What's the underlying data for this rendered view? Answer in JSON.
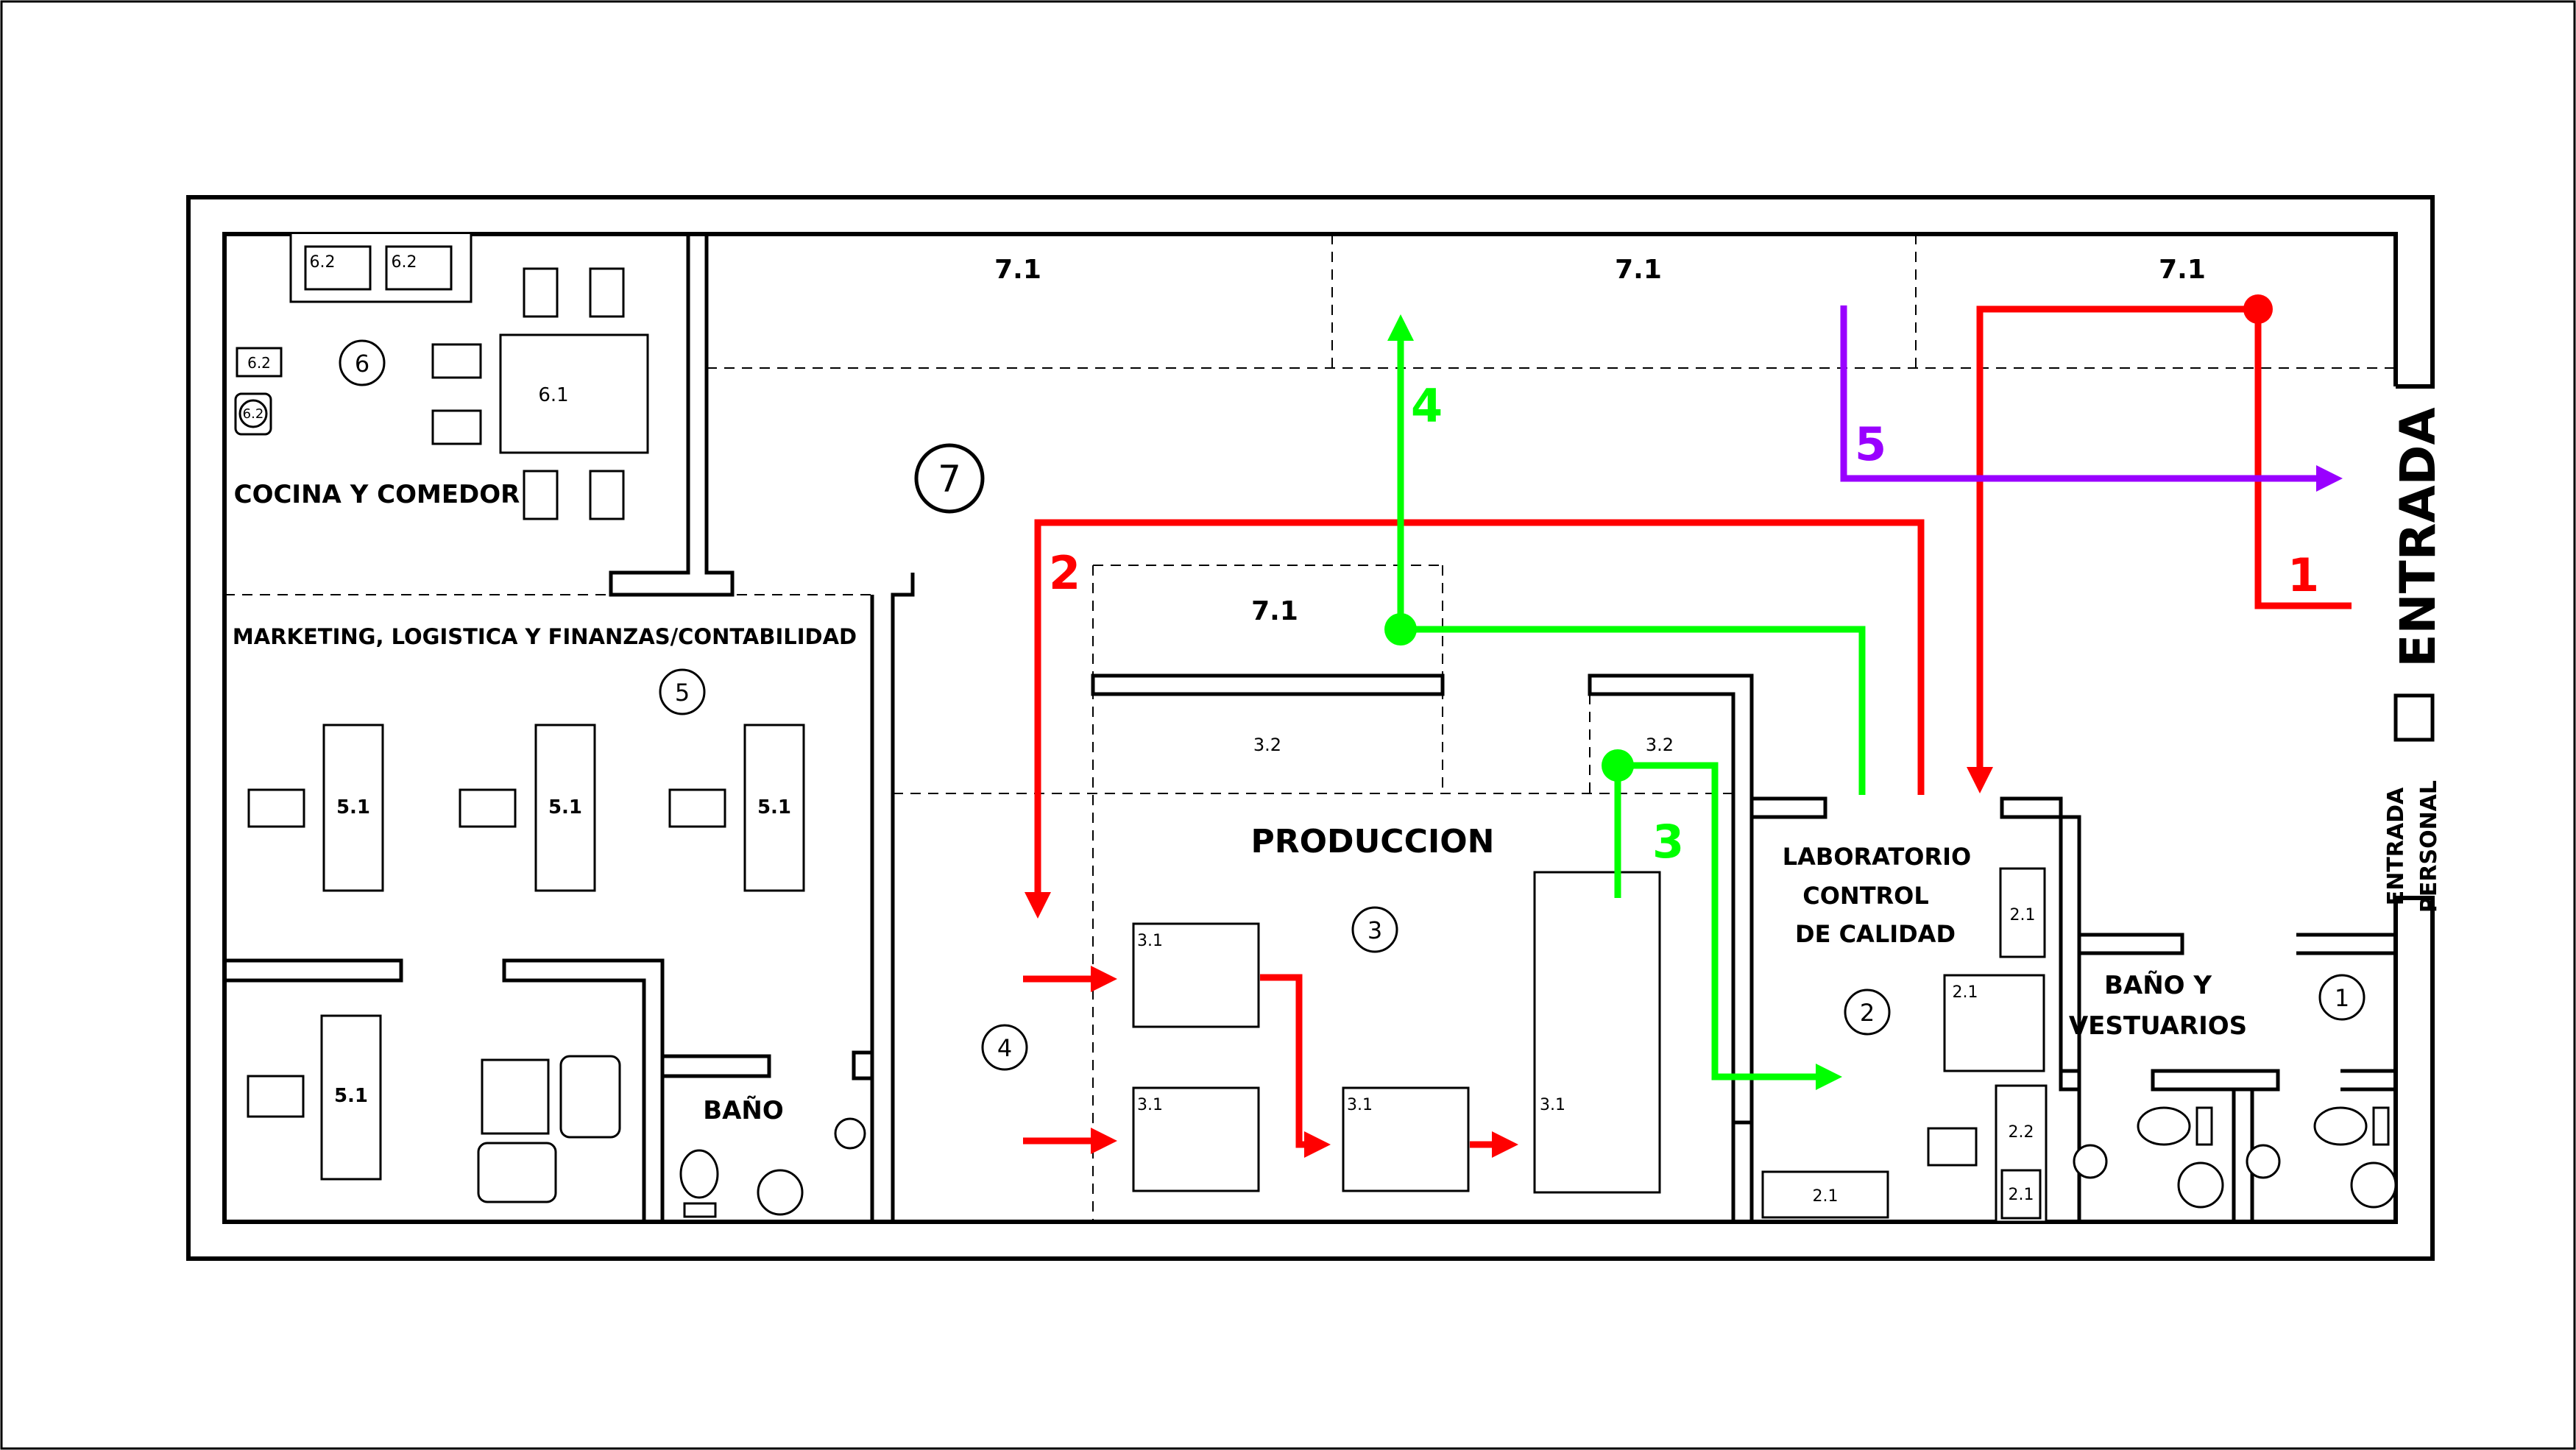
{
  "rooms": {
    "kitchen": "COCINA Y COMEDOR",
    "offices": "MARKETING, LOGISTICA Y FINANZAS/CONTABILIDAD",
    "bathroom": "BAÑO",
    "production": "PRODUCCION",
    "lab_line1": "LABORATORIO",
    "lab_line2": "CONTROL",
    "lab_line3": "DE CALIDAD",
    "changing_line1": "BAÑO Y",
    "changing_line2": "VESTUARIOS",
    "entrance": "ENTRADA",
    "staff_entrance_line1": "ENTRADA",
    "staff_entrance_line2": "PERSONAL"
  },
  "zone_numbers": {
    "z1": "1",
    "z2": "2",
    "z3": "3",
    "z4": "4",
    "z5": "5",
    "z6": "6",
    "z7": "7"
  },
  "item_codes": {
    "storage": "7.1",
    "equipment": "3.1",
    "prep": "3.2",
    "desk": "5.1",
    "table": "6.1",
    "kitchen_unit": "6.2",
    "lab_bench": "2.1",
    "lab_unit": "2.2"
  },
  "flows": [
    {
      "id": "1",
      "color": "#ff0000"
    },
    {
      "id": "2",
      "color": "#ff0000"
    },
    {
      "id": "3",
      "color": "#00ff00"
    },
    {
      "id": "4",
      "color": "#00ff00"
    },
    {
      "id": "5",
      "color": "#9900ff"
    }
  ],
  "colors": {
    "flow_red": "#ff0000",
    "flow_green": "#00ff00",
    "flow_purple": "#9900ff",
    "walls": "#000000"
  }
}
